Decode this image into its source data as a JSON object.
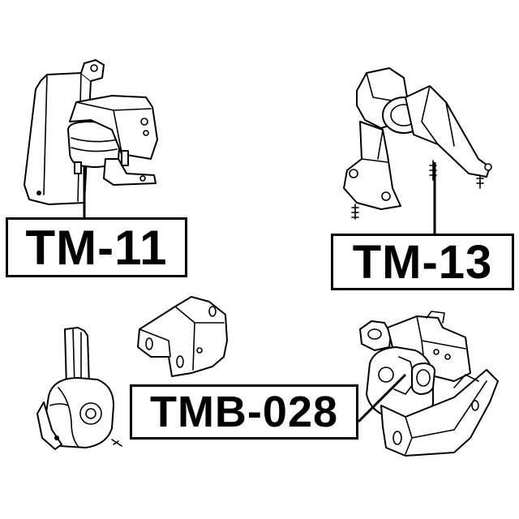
{
  "labels": {
    "tm11": "TM-11",
    "tm13": "TM-13",
    "tmb028": "TMB-028"
  },
  "colors": {
    "ink": "#000000",
    "background": "#ffffff"
  }
}
